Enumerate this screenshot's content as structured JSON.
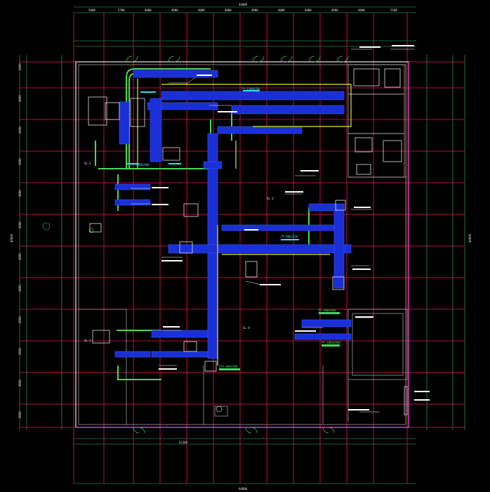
{
  "drawing": {
    "top_overall_dim": "44800",
    "bottom_overall_dim": "44800",
    "left_overall_dim": "40800",
    "right_overall_dim": "40800",
    "bottom_sub_dim": "31200",
    "top_segments": [
      "5000",
      "5700",
      "4000",
      "4000",
      "4000",
      "4000",
      "4000",
      "4000",
      "4000",
      "4000",
      "4000",
      "5100"
    ],
    "left_segments": [
      "3000",
      "3600",
      "3600",
      "3600",
      "3600",
      "3600",
      "3600",
      "3600",
      "3600",
      "3600",
      "3600",
      "3000"
    ],
    "room_labels": [
      "SL-1",
      "SL-2",
      "SL-3",
      "SL-4"
    ],
    "duct_labels": [
      "FP-1500x500",
      "FP-1200x400",
      "FP-800x320",
      "PY-800x400",
      "PY-1000x500",
      "FPY-800x400"
    ]
  },
  "colors": {
    "background": "#000000",
    "grid": "#e5194b",
    "dimension": "#2fbf6a",
    "duct_supply": "#1a2fd6",
    "duct_exhaust": "#4cd84c",
    "duct_smoke": "#e6e63a",
    "wall": "#ffffff",
    "border": "#ff3bd6"
  }
}
